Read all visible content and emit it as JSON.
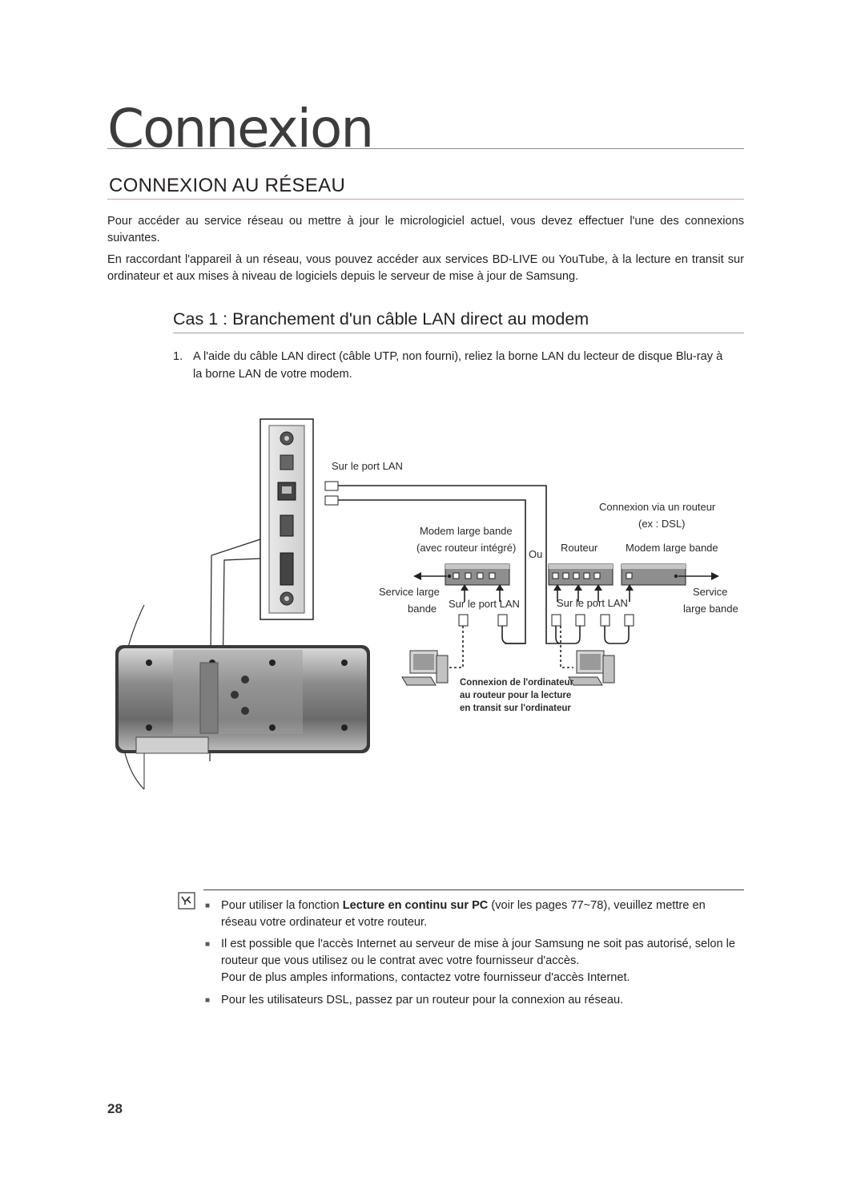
{
  "chapter": {
    "title": "Connexion"
  },
  "section": {
    "title": "CONNEXION AU RÉSEAU"
  },
  "intro": {
    "p1": "Pour accéder au service réseau ou mettre à jour le micrologiciel actuel, vous devez effectuer l'une des connexions suivantes.",
    "p2": "En raccordant l'appareil à un réseau, vous pouvez accéder aux services BD-LIVE ou YouTube, à la lecture en transit sur ordinateur et aux mises à niveau de logiciels depuis le serveur de mise à jour de Samsung."
  },
  "case1": {
    "title": "Cas 1 : Branchement d'un câble LAN direct au modem",
    "step_num": "1.",
    "step_text": "A l'aide du câble LAN direct (câble UTP, non fourni), reliez la borne LAN du lecteur de disque Blu-ray à la borne LAN de votre modem."
  },
  "diagram": {
    "sur_le_port_lan_top": "Sur le port LAN",
    "connexion_via_routeur": "Connexion via un routeur",
    "ex_dsl": "(ex : DSL)",
    "modem_large_bande_1": "Modem large bande",
    "avec_routeur": "(avec routeur intégré)",
    "ou": "Ou",
    "routeur": "Routeur",
    "modem_large_bande_2": "Modem large bande",
    "service_large_1": "Service large",
    "bande_1": "bande",
    "sur_le_port_lan_left": "Sur le port LAN",
    "sur_le_port_lan_right": "Sur le port LAN",
    "service_2": "Service",
    "large_bande_2": "large bande",
    "pc_caption_1": "Connexion de l'ordinateur",
    "pc_caption_2": "au routeur pour la lecture",
    "pc_caption_3": "en transit sur l'ordinateur"
  },
  "notes": {
    "bullet": "■",
    "n1_pre": "Pour utiliser la fonction ",
    "n1_bold": "Lecture en continu sur PC",
    "n1_post": " (voir les pages 77~78), veuillez mettre en réseau votre ordinateur et votre routeur.",
    "n2": "Il est possible que l'accès Internet au serveur de mise à jour Samsung ne soit pas autorisé, selon le routeur que vous utilisez ou le contrat avec votre fournisseur d'accès.",
    "n2b": "Pour de plus amples informations, contactez votre fournisseur d'accès Internet.",
    "n3": "Pour les utilisateurs DSL, passez par un routeur pour la connexion au réseau."
  },
  "page": {
    "number": "28"
  }
}
